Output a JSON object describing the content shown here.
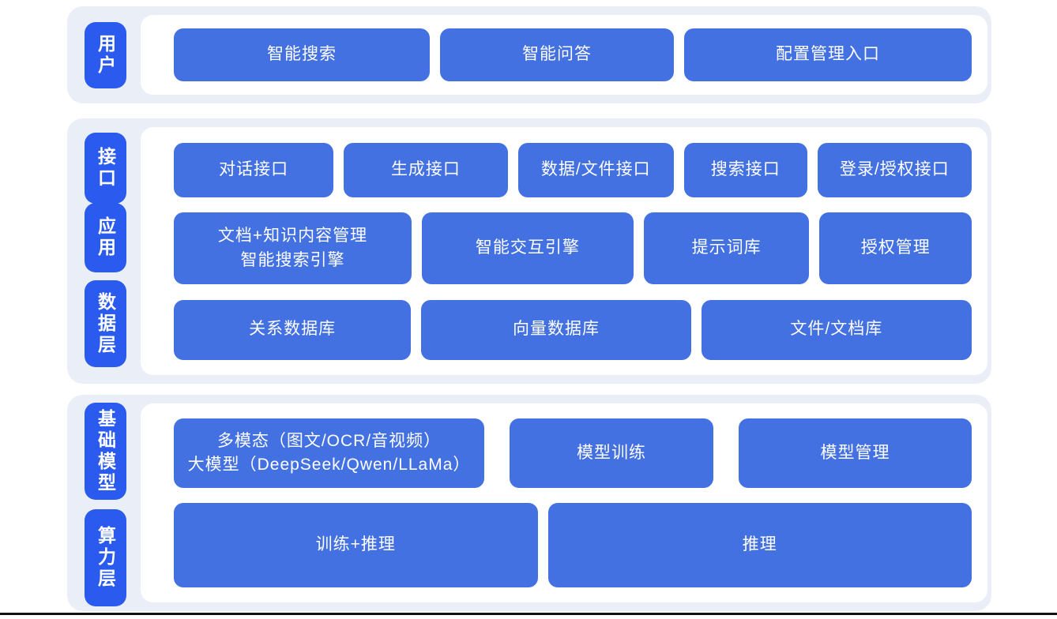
{
  "colors": {
    "label_blue": "#2b5bee",
    "box_blue": "#4471e2",
    "section_bg": "#e9eef7",
    "panel_bg": "#ffffff",
    "bottom_line": "#111111"
  },
  "sections": [
    {
      "name": "user-layer",
      "labels": [
        "用户"
      ],
      "rows": [
        [
          "智能搜索",
          "智能问答",
          "配置管理入口"
        ]
      ]
    },
    {
      "name": "interface-application-data-layer",
      "labels": [
        "接口",
        "应用",
        "数据层"
      ],
      "rows": [
        [
          "对话接口",
          "生成接口",
          "数据/文件接口",
          "搜索接口",
          "登录/授权接口"
        ],
        [
          "文档+知识内容管理\n智能搜索引擎",
          "智能交互引擎",
          "提示词库",
          "授权管理"
        ],
        [
          "关系数据库",
          "向量数据库",
          "文件/文档库"
        ]
      ]
    },
    {
      "name": "base-model-compute-layer",
      "labels": [
        "基础模型",
        "算力层"
      ],
      "rows": [
        [
          "多模态（图文/OCR/音视频）\n大模型（DeepSeek/Qwen/LLaMa）",
          "模型训练",
          "模型管理"
        ],
        [
          "训练+推理",
          "推理"
        ]
      ]
    }
  ]
}
